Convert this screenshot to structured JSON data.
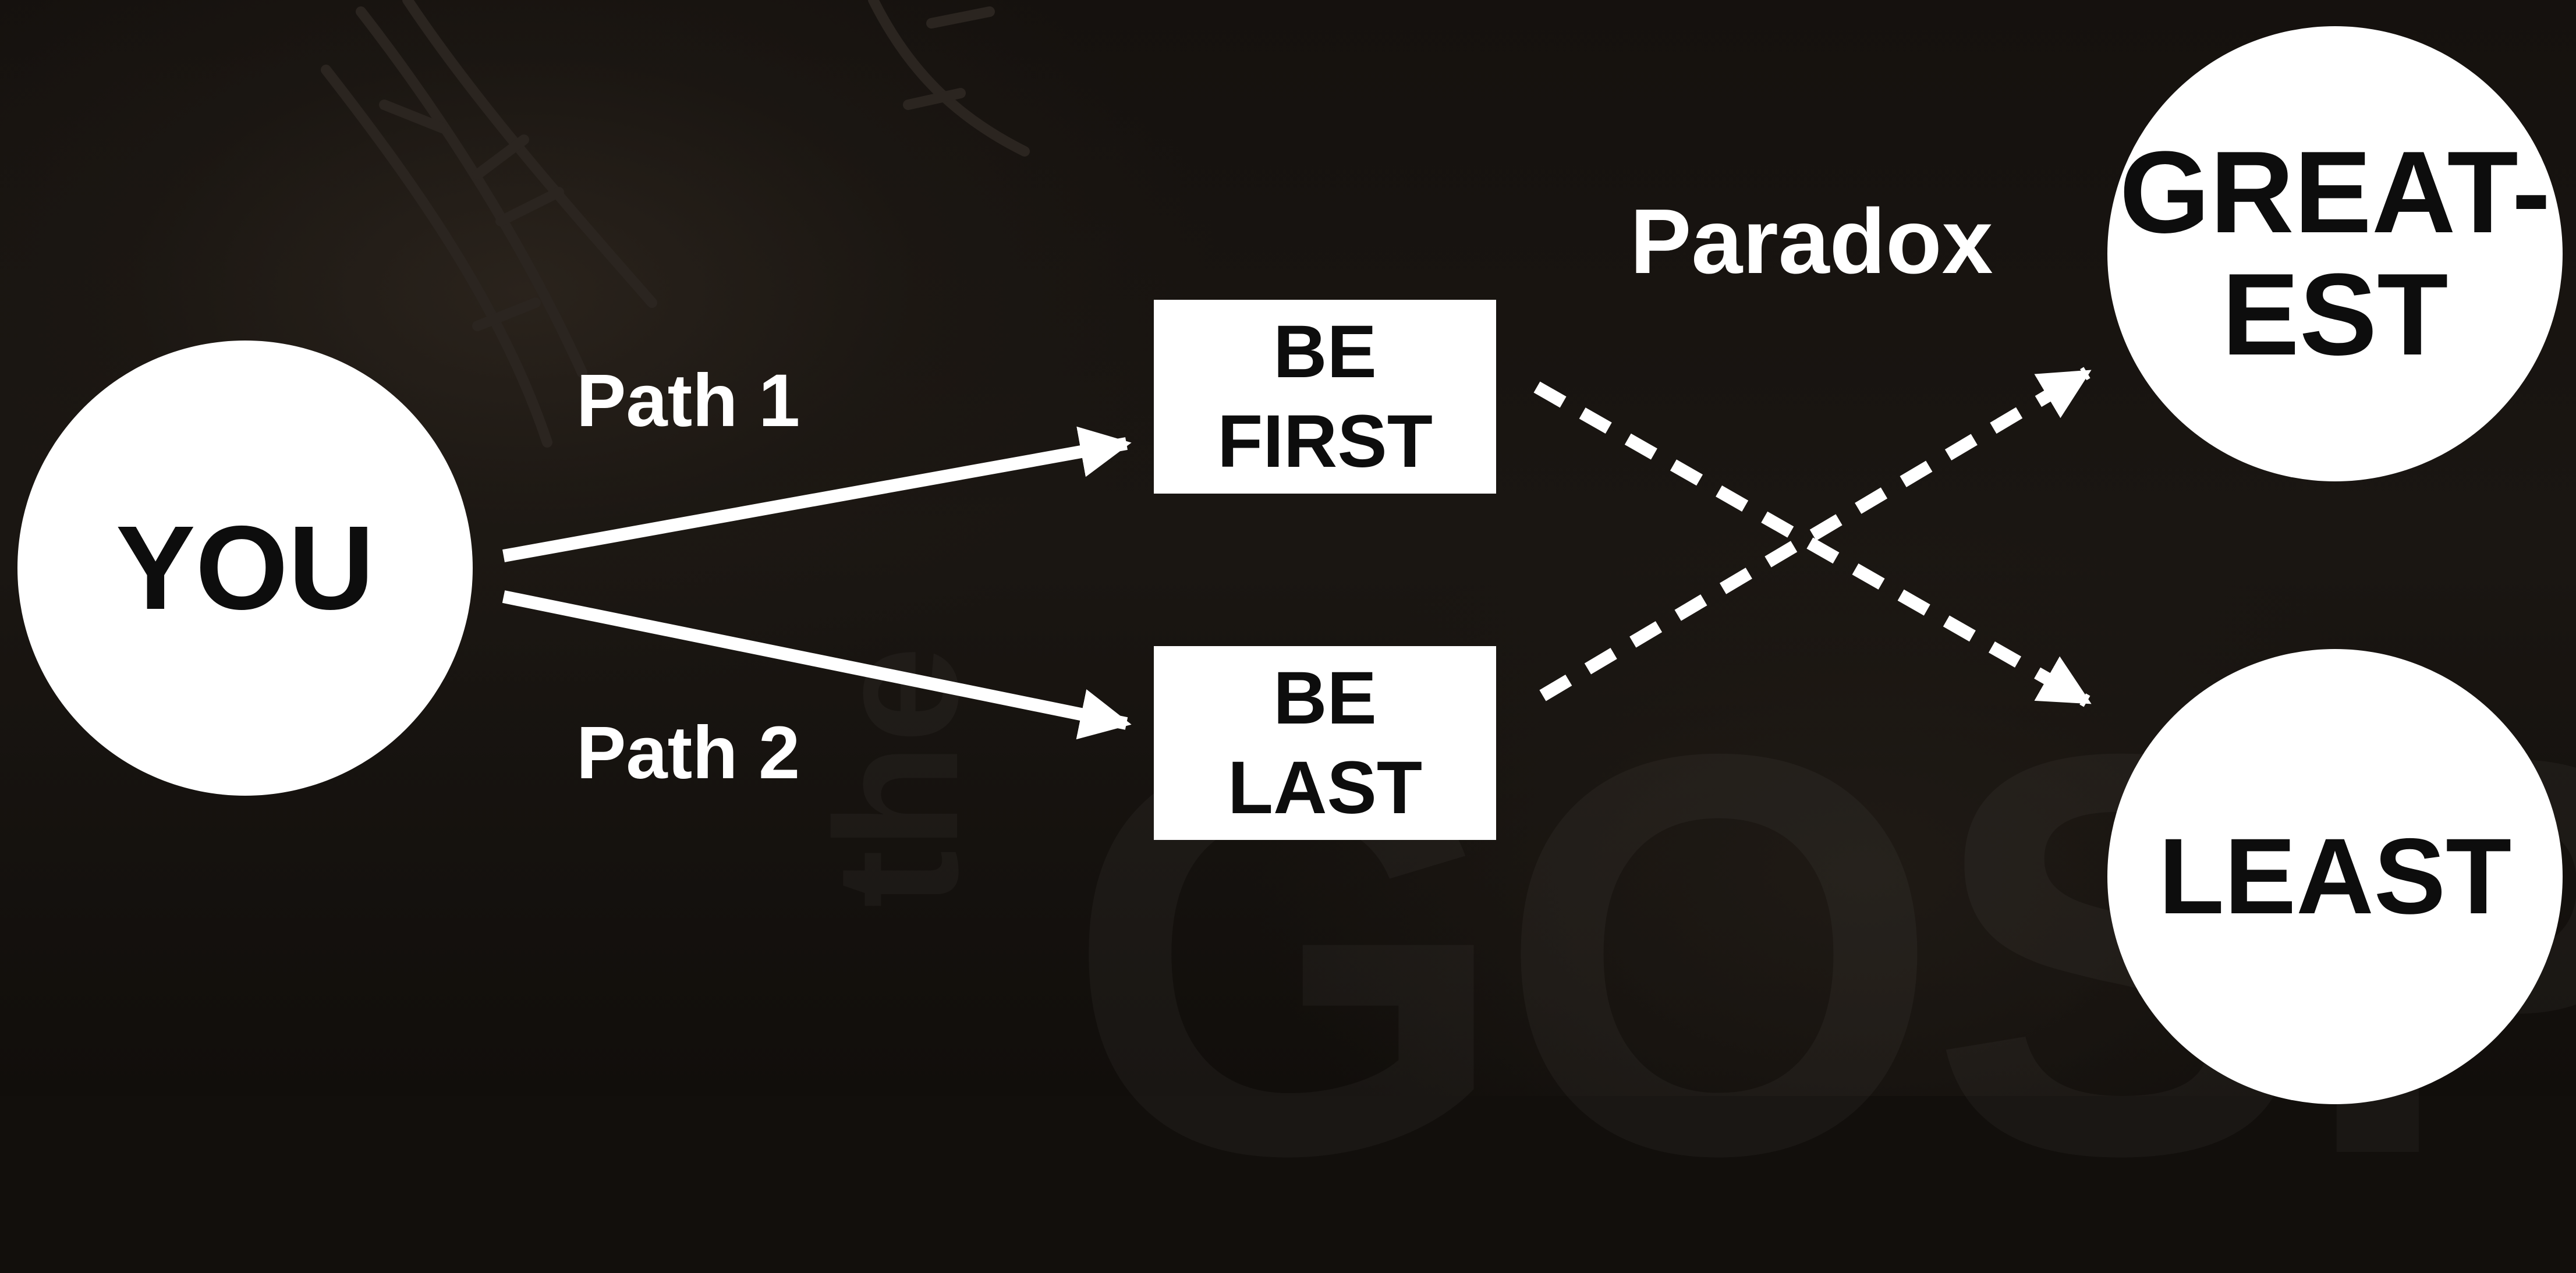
{
  "nodes": {
    "you": "YOU",
    "be_first": [
      "BE",
      "FIRST"
    ],
    "be_last": [
      "BE",
      "LAST"
    ],
    "greatest": [
      "GREAT-",
      "EST"
    ],
    "least": "LEAST"
  },
  "labels": {
    "path1": "Path 1",
    "path2": "Path 2",
    "paradox": "Paradox"
  },
  "watermark": {
    "the": "the",
    "gospel": "GOSPEL"
  },
  "colors": {
    "background": "#120f0c",
    "foreground": "#ffffff",
    "node_text": "#0d0d0d"
  }
}
